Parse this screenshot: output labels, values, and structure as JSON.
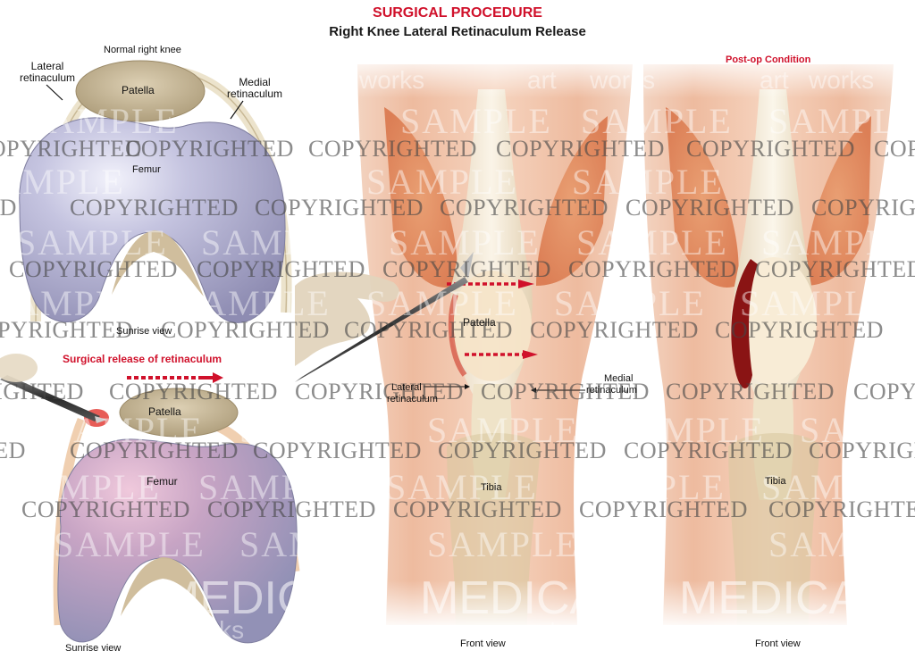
{
  "header": {
    "title": "SURGICAL PROCEDURE",
    "subtitle": "Right Knee Lateral Retinaculum Release"
  },
  "panels": {
    "normal_sunrise": {
      "heading": "Normal right knee",
      "labels": {
        "lateral_retinaculum": "Lateral\nretinaculum",
        "lateral_line1": "Lateral",
        "lateral_line2": "retinaculum",
        "patella": "Patella",
        "medial_line1": "Medial",
        "medial_line2": "retinaculum",
        "femur": "Femur"
      },
      "caption": "Sunrise view"
    },
    "surgical_sunrise": {
      "heading": "Surgical release of retinaculum",
      "labels": {
        "patella": "Patella",
        "femur": "Femur"
      },
      "caption": "Sunrise view"
    },
    "front_intraop": {
      "labels": {
        "patella": "Patella",
        "lateral_line1": "Lateral",
        "lateral_line2": "retinaculum",
        "medial_line1": "Medial",
        "medial_line2": "retinaculum",
        "tibia": "Tibia"
      },
      "caption": "Front view"
    },
    "front_postop": {
      "heading": "Post-op Condition",
      "labels": {
        "tibia": "Tibia"
      },
      "caption": "Front view"
    }
  },
  "watermarks": {
    "copyrighted": "COPYRIGHTED",
    "sample": "SAMPLE",
    "medical": "MEDICAL",
    "art": "art",
    "works": "works"
  },
  "colors": {
    "accent_red": "#d0112b",
    "femur_lavender": "#b9b8d6",
    "bone_tan": "#cdbb98",
    "skin": "#f1cbb4",
    "muscle": "#e0855a"
  }
}
